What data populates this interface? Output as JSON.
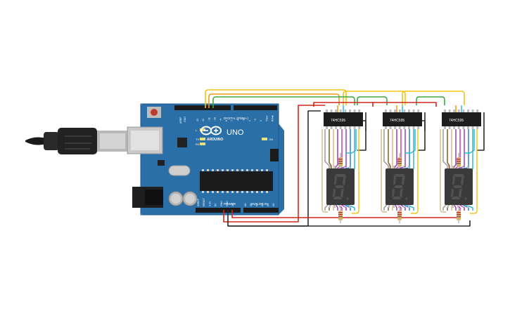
{
  "board": {
    "brand": "ARDUINO",
    "model": "UNO",
    "digital_header_label": "DIGITAL (PWM~)",
    "power_label": "POWER",
    "analog_label": "ANALOG IN",
    "on_label": "ON",
    "tx_label": "TX",
    "rx_label": "RX",
    "l_label": "L",
    "aref_label": "AREF",
    "gnd_label": "GND",
    "digital_pins": [
      "13",
      "12",
      "~11",
      "~10",
      "~9",
      "8",
      "7",
      "~6",
      "~5",
      "4",
      "~3",
      "2",
      "TX▸1",
      "RX◂0"
    ],
    "power_pins": [
      "IOREF",
      "RESET",
      "3.3V",
      "5V",
      "GND",
      "GND",
      "Vin"
    ],
    "analog_pins": [
      "A0",
      "A1",
      "A2",
      "A3",
      "A4",
      "A5"
    ]
  },
  "shift_registers": [
    {
      "label": "74HC595"
    },
    {
      "label": "74HC595"
    },
    {
      "label": "74HC595"
    }
  ],
  "displays": [
    {
      "digit": "8"
    },
    {
      "digit": "8"
    },
    {
      "digit": "8"
    }
  ],
  "colors": {
    "board": "#2a6fa8",
    "board_dark": "#1e5a8c",
    "wire_red": "#d3271e",
    "wire_black": "#2b2b2b",
    "wire_yellow": "#f2c318",
    "wire_orange": "#ee9a18",
    "wire_green": "#3faa3c",
    "wire_purple": "#9a3fb3",
    "wire_pink": "#d63b9a",
    "wire_blue": "#2a7fd4",
    "wire_cyan": "#35b9d0",
    "wire_brown": "#8b5a2b",
    "wire_gray": "#9a9a9a",
    "wire_tan": "#d6b98a",
    "display_body": "#3a3a3a",
    "segment": "#4a4a4a"
  },
  "icons": [
    "usb-plug-icon",
    "arduino-infinity-logo-icon"
  ]
}
